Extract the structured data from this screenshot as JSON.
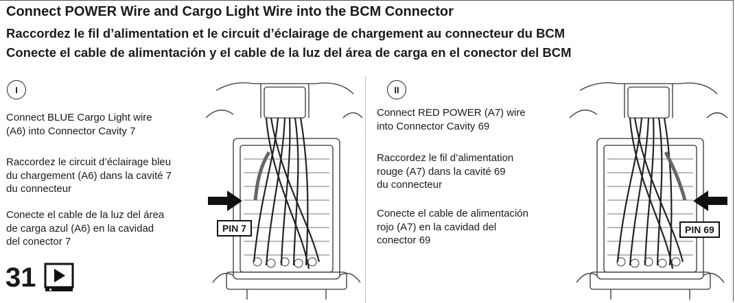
{
  "titles": {
    "en": "Connect POWER Wire and Cargo Light Wire into the BCM Connector",
    "fr": "Raccordez le fil d’alimentation et le circuit d’éclairage de chargement au connecteur du BCM",
    "es": "Conecte el cable de alimentación y el cable de la luz del área de carga en el conector del BCM"
  },
  "step1": {
    "marker": "I",
    "en": [
      "Connect BLUE Cargo Light wire",
      "(A6) into Connector Cavity 7"
    ],
    "fr": [
      "Raccordez le circuit d’éclairage bleu",
      "du chargement (A6) dans la cavité 7",
      "du connecteur"
    ],
    "es": [
      "Conecte el cable de la luz del área",
      "de carga azul (A6) en la cavidad",
      "del conector 7"
    ],
    "pin_label": "PIN 7"
  },
  "step2": {
    "marker": "II",
    "en": [
      "Connect RED POWER (A7) wire",
      "into Connector Cavity 69"
    ],
    "fr": [
      "Raccordez le fil d’alimentation",
      "rouge (A7) dans la cavité 69",
      "du connecteur"
    ],
    "es": [
      "Conecte el cable de alimentación",
      "rojo (A7) en la cavidad del",
      "conector 69"
    ],
    "pin_label": "PIN 69"
  },
  "page_number": "31",
  "icons": {
    "video": "play-video-icon",
    "arrow": "arrow-right-icon"
  }
}
